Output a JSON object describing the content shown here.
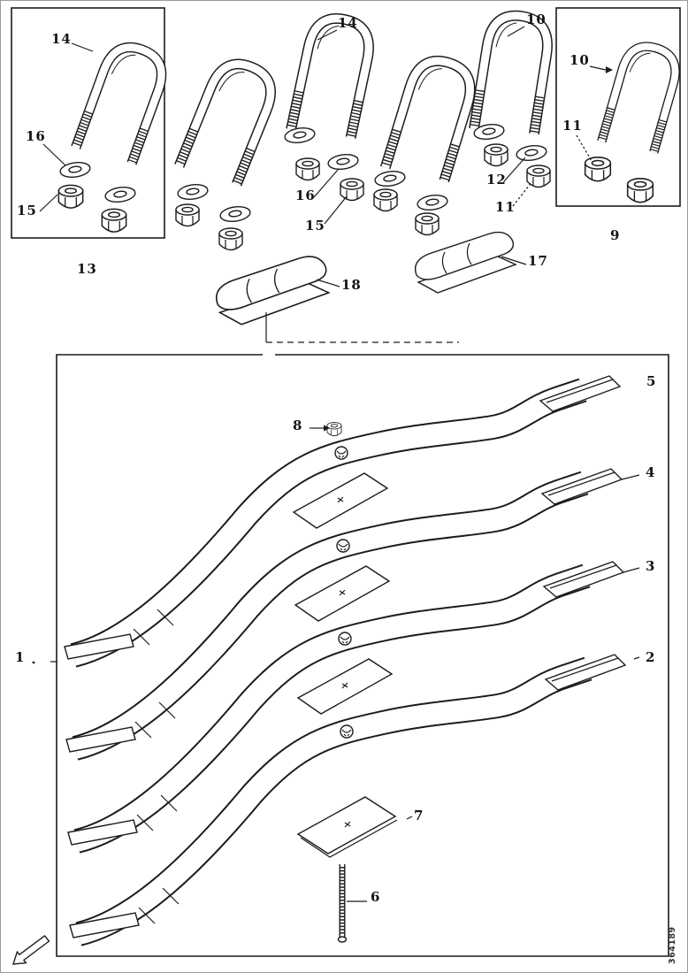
{
  "figure": {
    "number": "364189"
  },
  "callouts": {
    "left_kit": {
      "kit": "13",
      "u_bolt": "14",
      "washer": "16",
      "nut": "15"
    },
    "middle_pair": {
      "u_bolt": "14",
      "washer": "16",
      "nut": "15"
    },
    "right_pair": {
      "u_bolt": "10",
      "washer": "12",
      "nut": "11"
    },
    "right_kit": {
      "kit": "9",
      "u_bolt": "10",
      "nut": "11"
    },
    "spring_pad_left": "18",
    "spring_pad_right": "17",
    "spring_assembly": "1",
    "leaf_no2": "2",
    "leaf_no3": "3",
    "leaf_no4": "4",
    "leaf_no5": "5",
    "center_bolt": "6",
    "plate": "7",
    "center_bolt_nut": "8"
  }
}
